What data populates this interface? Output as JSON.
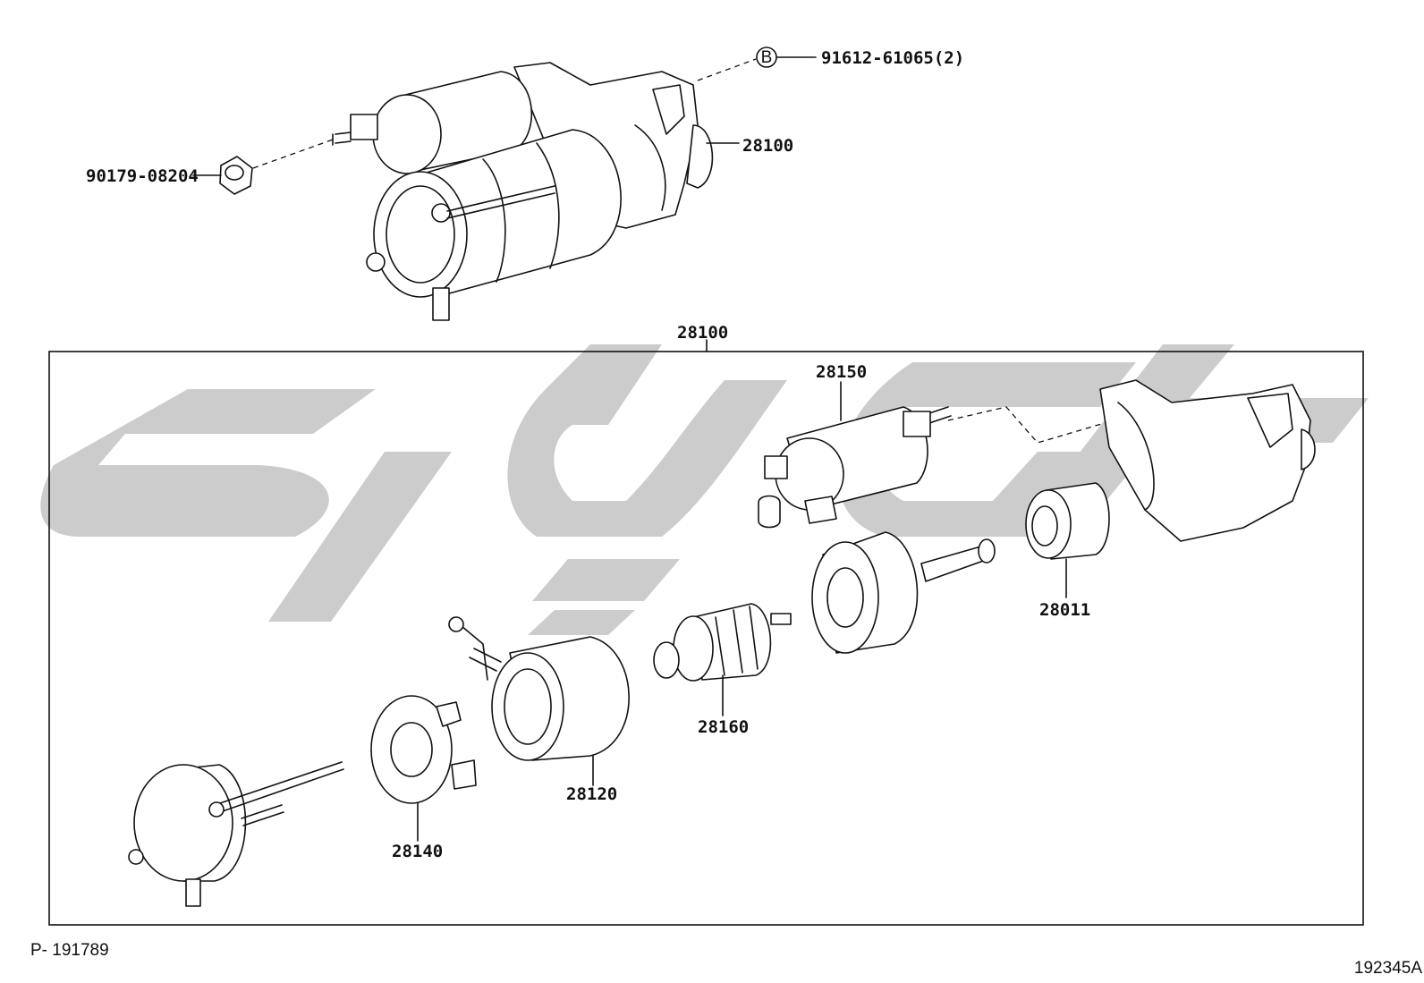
{
  "callouts": {
    "bolt_ref": "91612-61065(2)",
    "bolt_marker": "B",
    "nut_ref": "90179-08204",
    "starter_top": "28100",
    "assembly": "28100",
    "switch": "28150",
    "clutch": "28011",
    "armature": "28160",
    "yoke": "28120",
    "brush_holder": "28140"
  },
  "footer": {
    "left_code": "P- 191789",
    "right_code": "192345A"
  }
}
